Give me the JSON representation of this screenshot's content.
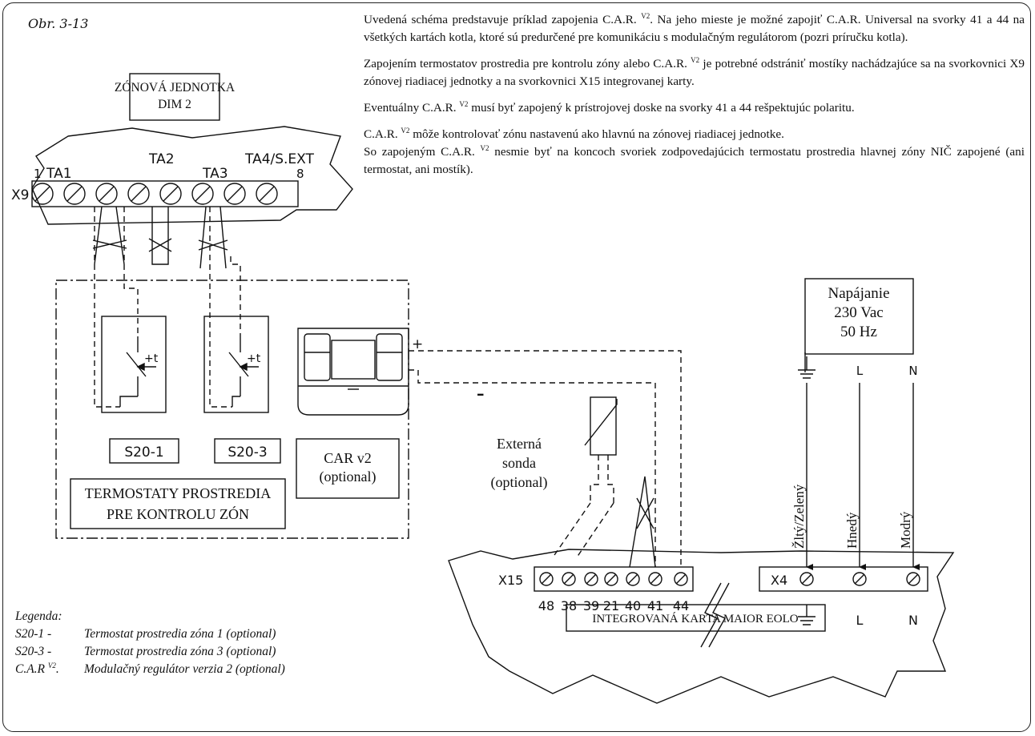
{
  "figure_label": "Obr. 3-13",
  "paragraphs": [
    {
      "a": "Uvedená schéma predstavuje príklad zapojenia C.A.R. ",
      "sup": "V2",
      "b": ". Na jeho mieste je možné zapojiť C.A.R. Universal na svorky 41 a 44 na všetkých kartách kotla, ktoré sú predurčené pre komunikáciu s modulačným regulátorom (pozri príručku kotla)."
    },
    {
      "a": "Zapojením termostatov prostredia pre kontrolu zóny alebo C.A.R. ",
      "sup": "V2",
      "b": " je potrebné odstrániť mostíky nachádzajúce sa na svorkovnici X9 zónovej riadiacej jednotky a na svorkovnici X15 integrovanej karty."
    },
    {
      "a": "Eventuálny C.A.R. ",
      "sup": "V2",
      "b": " musí byť zapojený k prístrojovej doske na svorky 41 a 44 rešpektujúc polaritu."
    },
    {
      "a": "C.A.R. ",
      "sup": "V2",
      "b": " môže kontrolovať zónu nastavenú ako hlavnú na zónovej riadiacej jednotke."
    },
    {
      "a": "So zapojeným C.A.R. ",
      "sup": "V2",
      "b": " nesmie byť na koncoch svoriek zodpovedajúcich termostatu prostredia hlavnej zóny NIČ zapojené (ani termostat, ani mostík)."
    }
  ],
  "zone_unit": {
    "line1": "ZÓNOVÁ JEDNOTKA",
    "line2": "DIM 2"
  },
  "x9": {
    "name": "X9",
    "first": "1",
    "last": "8",
    "ta1": "TA1",
    "ta2": "TA2",
    "ta3": "TA3",
    "ta4": "TA4/S.EXT"
  },
  "thermostats": {
    "s1": "S20-1",
    "s3": "S20-3",
    "t_label": "+t",
    "group_line1": "TERMOSTATY PROSTREDIA",
    "group_line2": "PRE KONTROLU ZÓN"
  },
  "car": {
    "line1": "CAR v2",
    "line2": "(optional)",
    "plus": "+",
    "minus": "–"
  },
  "power": {
    "line1": "Napájanie",
    "line2": "230 Vac",
    "line3": "50 Hz",
    "l": "L",
    "n": "N"
  },
  "wires": {
    "yellow_green": "Žltý/Zelený",
    "brown": "Hnedý",
    "blue": "Modrý"
  },
  "sensor": {
    "line1": "Externá",
    "line2": "sonda",
    "line3": "(optional)"
  },
  "x15": {
    "name": "X15",
    "terminals": [
      "48",
      "38",
      "39",
      "21",
      "40",
      "41",
      "44"
    ]
  },
  "x4": {
    "name": "X4",
    "l": "L",
    "n": "N"
  },
  "board_label": "INTEGROVANÁ KARTA MAIOR EOLO",
  "legend": {
    "title": "Legenda:",
    "rows": [
      {
        "key": "S20-1  -",
        "text": "Termostat prostredia zóna 1 (optional)"
      },
      {
        "key": "S20-3  -",
        "text": "Termostat prostredia zóna 3 (optional)"
      },
      {
        "key_a": "C.A.R ",
        "key_sup": "V2",
        "key_b": ".",
        "text": "Modulačný regulátor verzia 2 (optional)"
      }
    ]
  }
}
